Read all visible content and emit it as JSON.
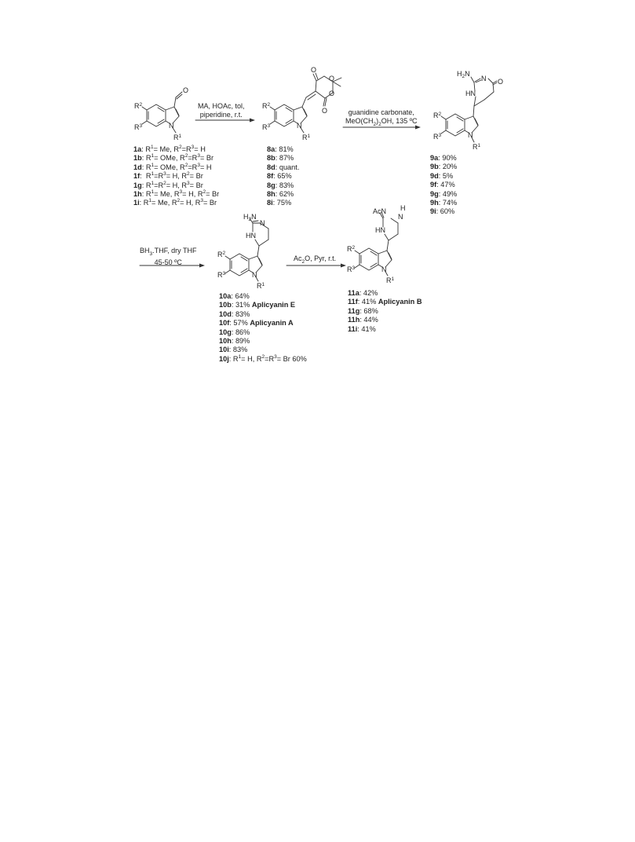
{
  "conditions": {
    "step1": [
      "MA, HOAc, tol,",
      "piperidine, r.t."
    ],
    "step2": [
      "guanidine carbonate,",
      "MeO(CH2)2OH, 135 ºC"
    ],
    "step3": [
      "BH3.THF, dry THF",
      "45-50 ºC"
    ],
    "step4": [
      "Ac2O, Pyr, r.t."
    ]
  },
  "compounds": {
    "start": [
      {
        "id": "1a",
        "text": "R1= Me, R2=R3= H"
      },
      {
        "id": "1b",
        "text": "R1= OMe, R2=R3= Br"
      },
      {
        "id": "1d",
        "text": "R1= OMe, R2=R3= H"
      },
      {
        "id": "1f",
        "text": "R1=R3= H, R2= Br"
      },
      {
        "id": "1g",
        "text": "R1=R2= H, R3= Br"
      },
      {
        "id": "1h",
        "text": "R1= Me, R3= H, R2= Br"
      },
      {
        "id": "1i",
        "text": "R1= Me, R2= H, R3= Br"
      }
    ],
    "c8": [
      {
        "id": "8a",
        "text": "81%"
      },
      {
        "id": "8b",
        "text": "87%"
      },
      {
        "id": "8d",
        "text": "quant."
      },
      {
        "id": "8f",
        "text": "65%"
      },
      {
        "id": "8g",
        "text": "83%"
      },
      {
        "id": "8h",
        "text": "62%"
      },
      {
        "id": "8i",
        "text": "75%"
      }
    ],
    "c9": [
      {
        "id": "9a",
        "text": "90%"
      },
      {
        "id": "9b",
        "text": "20%"
      },
      {
        "id": "9d",
        "text": "5%"
      },
      {
        "id": "9f",
        "text": "47%"
      },
      {
        "id": "9g",
        "text": "49%"
      },
      {
        "id": "9h",
        "text": "74%"
      },
      {
        "id": "9i",
        "text": "60%"
      }
    ],
    "c10": [
      {
        "id": "10a",
        "text": "64%",
        "note": ""
      },
      {
        "id": "10b",
        "text": "31%",
        "note": "Aplicyanin E"
      },
      {
        "id": "10d",
        "text": "83%",
        "note": ""
      },
      {
        "id": "10f",
        "text": "57%",
        "note": "Aplicyanin A"
      },
      {
        "id": "10g",
        "text": "86%",
        "note": ""
      },
      {
        "id": "10h",
        "text": "89%",
        "note": ""
      },
      {
        "id": "10i",
        "text": "83%",
        "note": ""
      },
      {
        "id": "10j",
        "text": "R1= H, R2=R3= Br   60%",
        "note": ""
      }
    ],
    "c11": [
      {
        "id": "11a",
        "text": "42%",
        "note": ""
      },
      {
        "id": "11f",
        "text": "41%",
        "note": "Aplicyanin B"
      },
      {
        "id": "11g",
        "text": "68%",
        "note": ""
      },
      {
        "id": "11h",
        "text": "44%",
        "note": ""
      },
      {
        "id": "11i",
        "text": "41%",
        "note": ""
      }
    ]
  },
  "atoms": {
    "R1": "R1",
    "R2": "R2",
    "R3": "R3",
    "N": "N",
    "O": "O",
    "H2N": "H2N",
    "HN": "HN",
    "H": "H",
    "AcN": "AcN"
  }
}
